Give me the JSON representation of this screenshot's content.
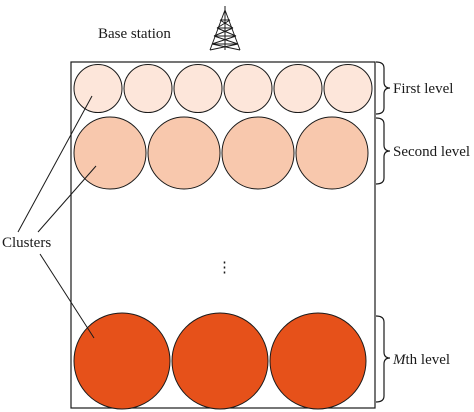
{
  "labels": {
    "base_station": "Base station",
    "first_level": "First level",
    "second_level": "Second level",
    "mth_level_var": "M",
    "mth_level_suffix": "th level",
    "clusters": "Clusters",
    "ellipsis": "⋮"
  },
  "icons": {
    "antenna": "antenna-tower-icon"
  },
  "levels": [
    {
      "id": "first-level",
      "count": 6,
      "fill": "#fde6da"
    },
    {
      "id": "second-level",
      "count": 4,
      "fill": "#f8c8ad"
    },
    {
      "id": "mth-level",
      "count": 3,
      "fill": "#e6511a"
    }
  ],
  "colors": {
    "stroke": "#1a1a1a",
    "background": "#ffffff"
  }
}
